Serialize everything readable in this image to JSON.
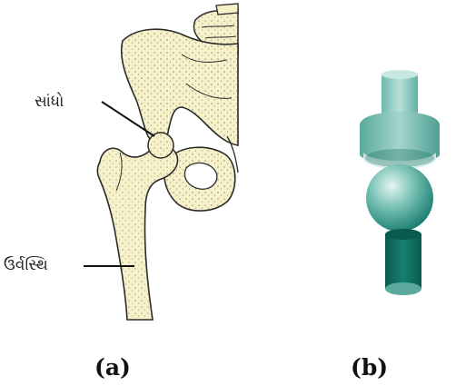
{
  "labels": {
    "joint": "સાંધો",
    "femur": "ઉર્વસ્થિ"
  },
  "captions": {
    "a": "(a)",
    "b": "(b)"
  },
  "colors": {
    "bone_fill": "#f7f1c9",
    "bone_outline": "#2a2a2a",
    "bone_dots": "#6b6b55",
    "cup_light": "#a3d6cc",
    "cup_mid": "#62b2a6",
    "ball_highlight": "#e4f6f2",
    "ball_dark": "#1d7f72",
    "socket_post_dark": "#0f6b5e"
  }
}
